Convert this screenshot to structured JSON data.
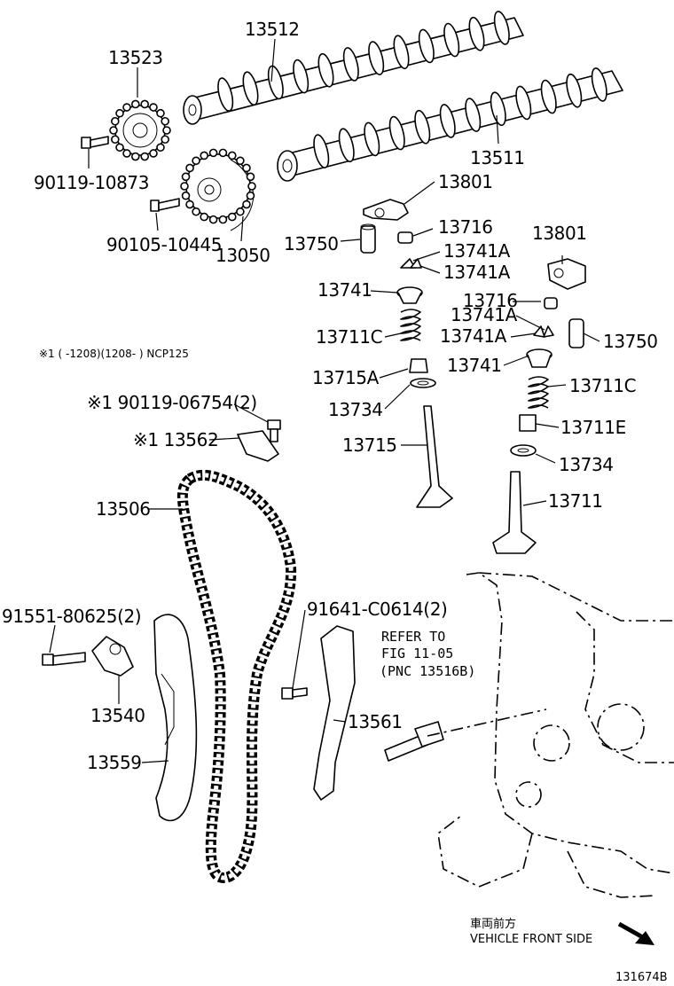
{
  "labels": {
    "p13512": "13512",
    "p13523": "13523",
    "p90119_10873": "90119-10873",
    "p13511": "13511",
    "p90105_10445": "90105-10445",
    "p13050": "13050",
    "p13801_a": "13801",
    "p13716_a": "13716",
    "p13750_a": "13750",
    "p13741A_a": "13741A",
    "p13741A_b": "13741A",
    "p13741_a": "13741",
    "p13711C_a": "13711C",
    "p13715A": "13715A",
    "p13734_a": "13734",
    "p13715": "13715",
    "p13801_b": "13801",
    "p13716_b": "13716",
    "p13741A_c": "13741A",
    "p13741A_d": "13741A",
    "p13750_b": "13750",
    "p13741_b": "13741",
    "p13711C_b": "13711C",
    "p13711E": "13711E",
    "p13734_b": "13734",
    "p13711": "13711",
    "p90119_06754": "※1 90119-06754(2)",
    "p13562": "※1 13562",
    "p13506": "13506",
    "p91551_80625": "91551-80625(2)",
    "p91641_C0614": "91641-C0614(2)",
    "p13540": "13540",
    "p13559": "13559",
    "p13561": "13561"
  },
  "note": "※1 (        -1208)(1208-        ) NCP125",
  "refer": {
    "line1": "REFER TO",
    "line2": "FIG 11-05",
    "line3": "(PNC 13516B)"
  },
  "front": {
    "jp": "車両前方",
    "en": "VEHICLE FRONT SIDE"
  },
  "figure_id": "131674B"
}
